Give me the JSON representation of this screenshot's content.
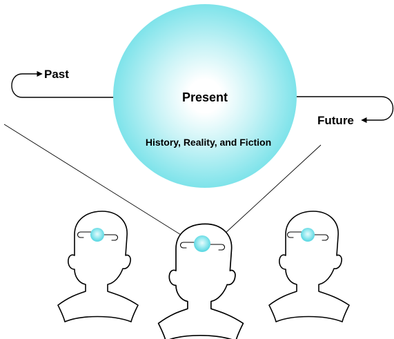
{
  "center": {
    "title": "Present",
    "subtitle": "History, Reality, and Fiction"
  },
  "timeline": {
    "past_label": "Past",
    "future_label": "Future"
  },
  "colors": {
    "orb_core": "#ffffff",
    "orb_edge": "#7ee3ea",
    "line": "#000000",
    "background": "#ffffff"
  },
  "people": [
    {
      "name": "left-person"
    },
    {
      "name": "center-person"
    },
    {
      "name": "right-person"
    }
  ]
}
